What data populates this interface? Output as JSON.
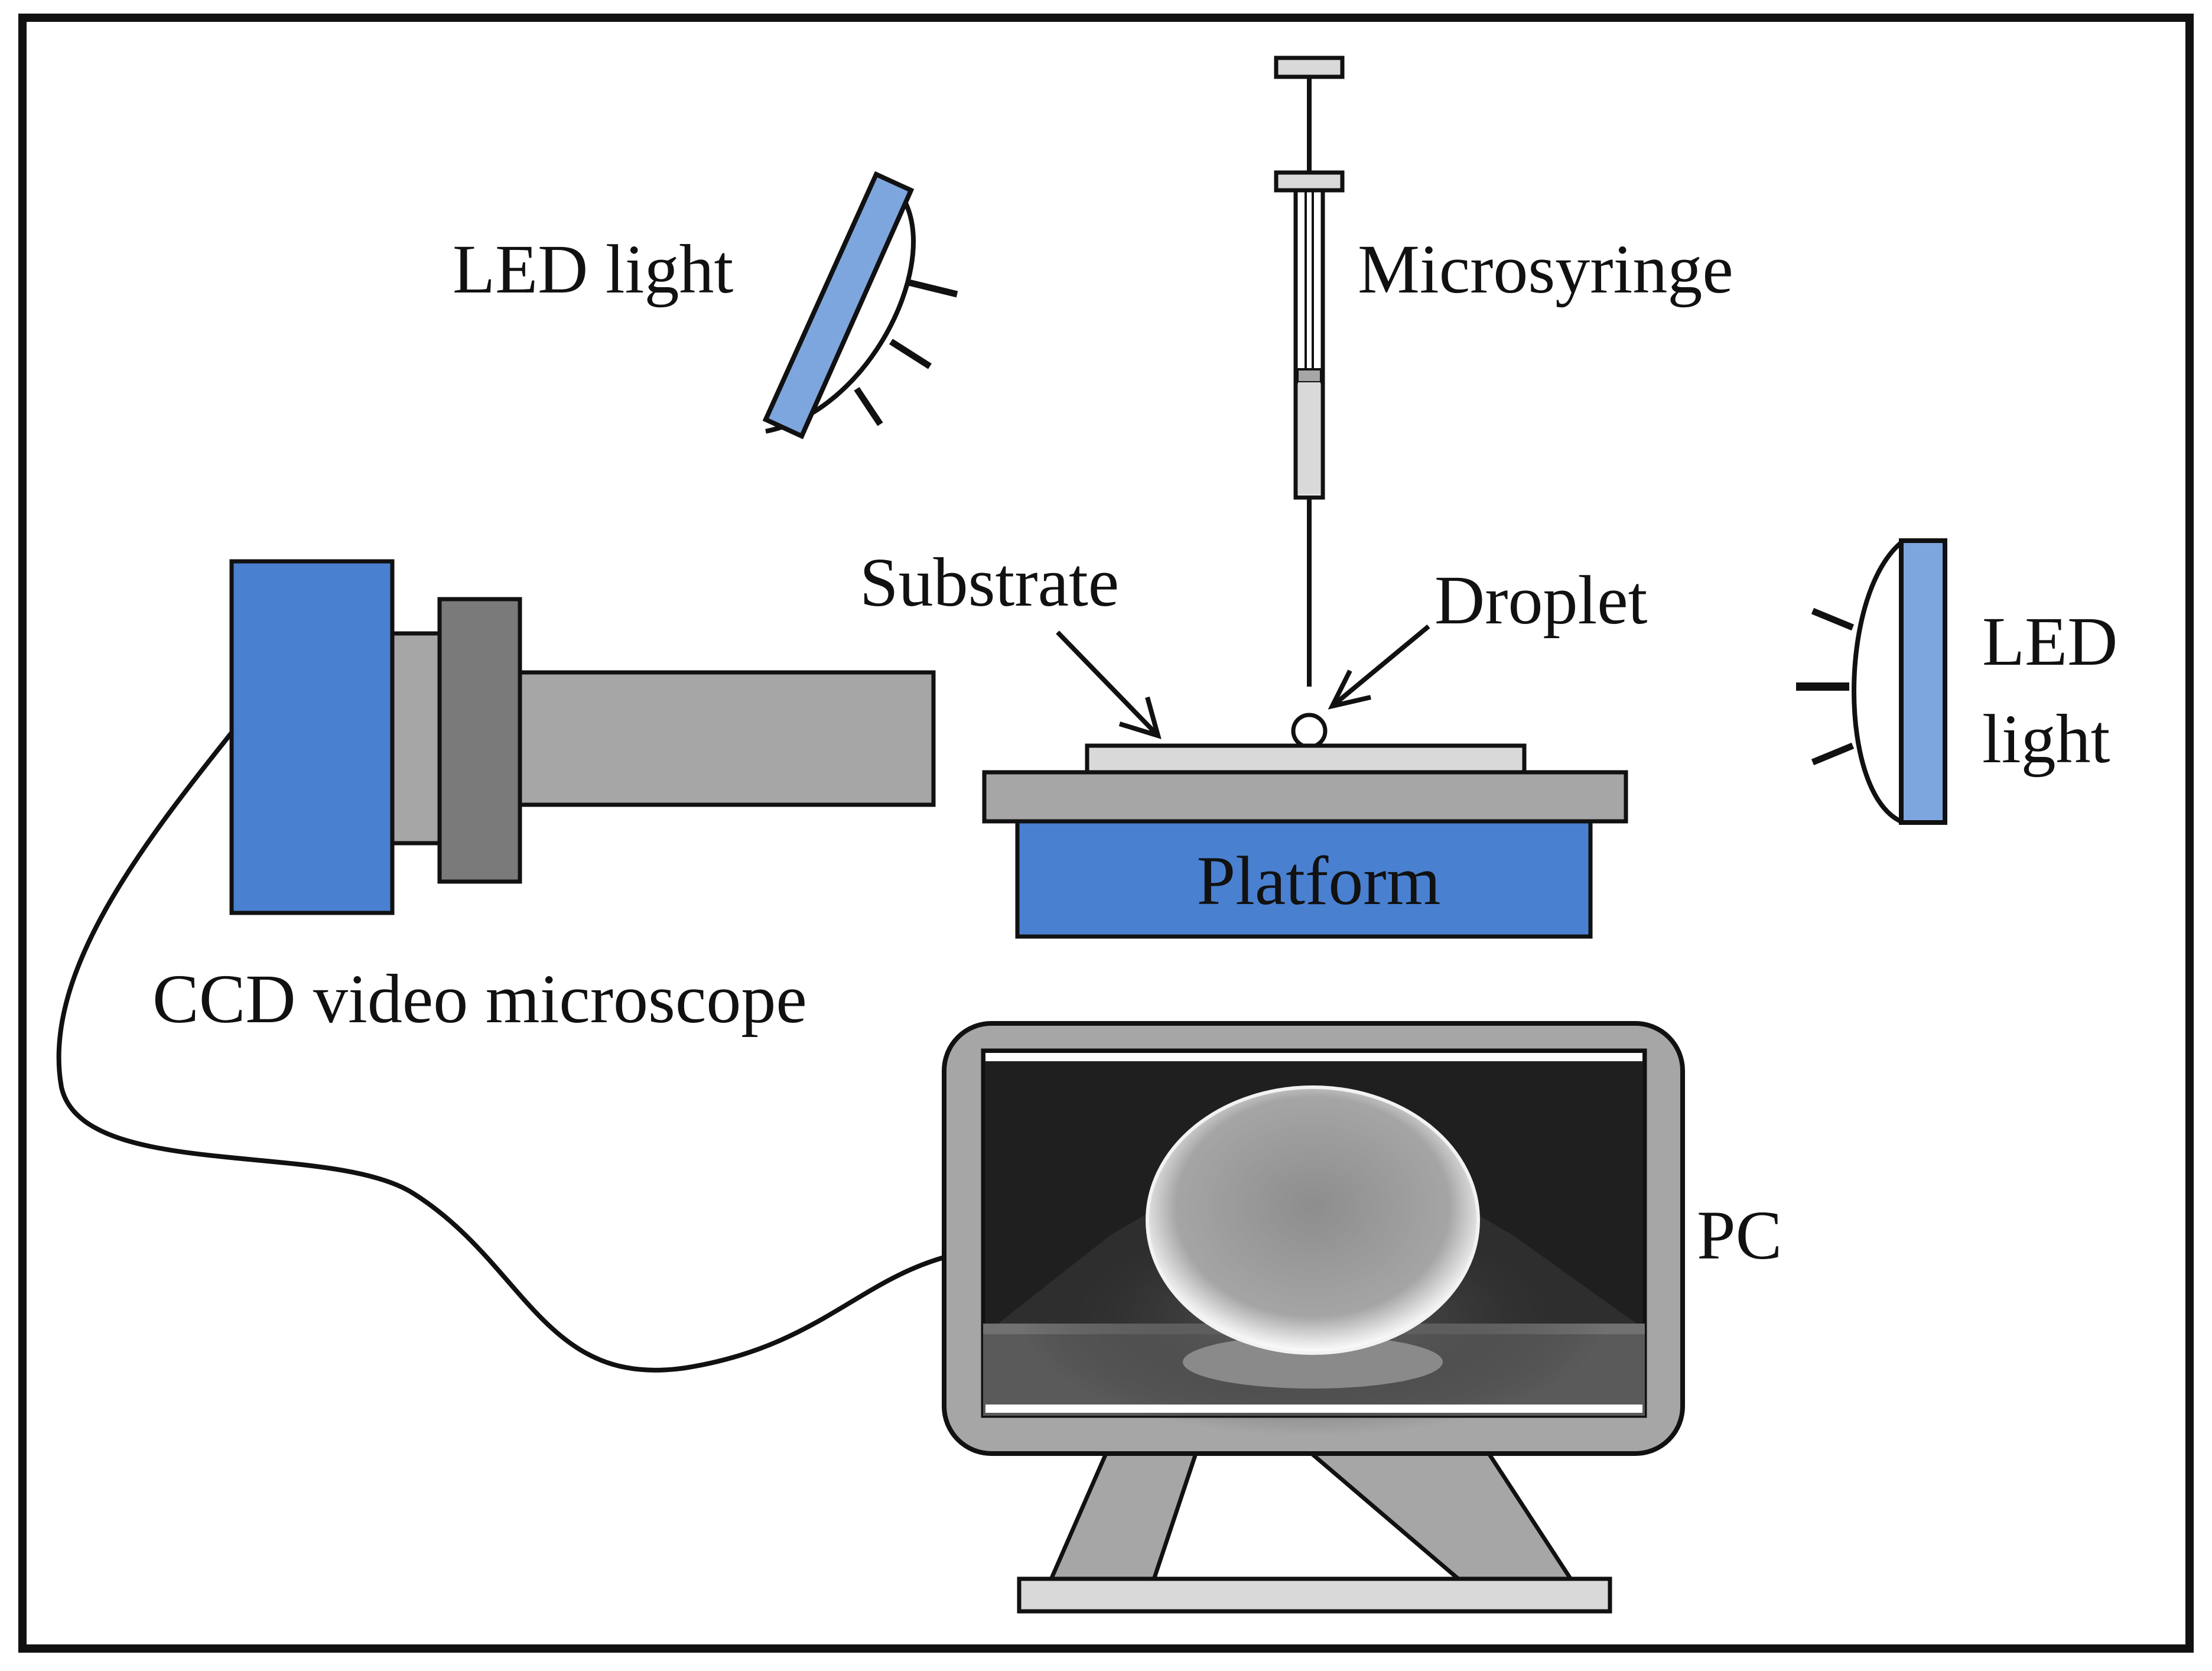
{
  "labels": {
    "led_left": "LED light",
    "microsyringe": "Microsyringe",
    "substrate": "Substrate",
    "droplet": "Droplet",
    "led_right_line1": "LED",
    "led_right_line2": "light",
    "platform": "Platform",
    "ccd": "CCD video microscope",
    "pc": "PC"
  },
  "colors": {
    "blue": "#4a80d0",
    "light_blue": "#7ea6de",
    "dark_gray": "#7a7a7a",
    "mid_gray": "#a6a6a6",
    "light_gray": "#d9d9d9",
    "outline": "#111111"
  }
}
